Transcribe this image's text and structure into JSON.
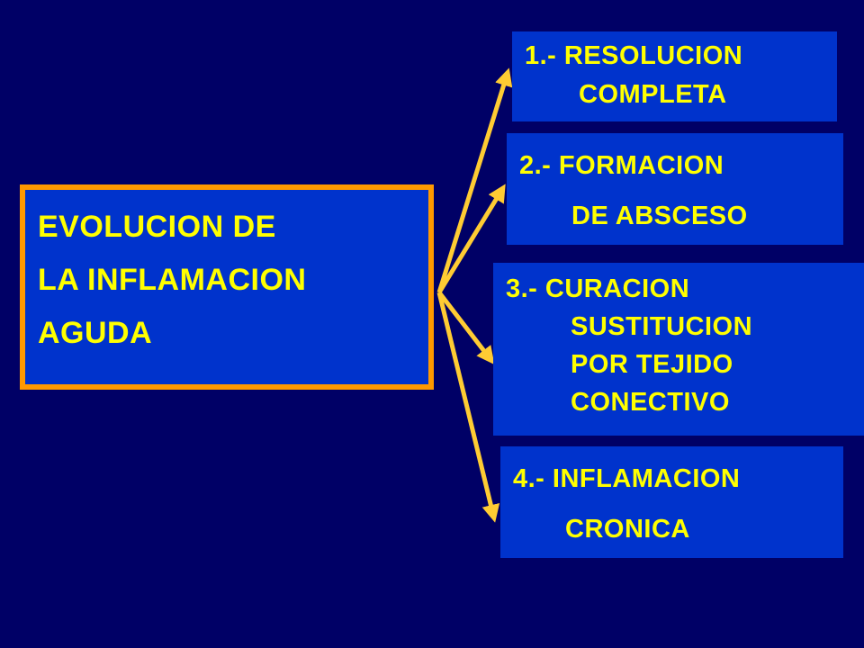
{
  "root": {
    "lines": [
      "EVOLUCION DE",
      "LA INFLAMACION",
      "AGUDA"
    ]
  },
  "outcomes": [
    {
      "line1": "1.- RESOLUCION",
      "line2": "COMPLETA"
    },
    {
      "line1": "2.- FORMACION",
      "line2": "DE ABSCESO"
    },
    {
      "line1": "3.- CURACION",
      "line2": "SUSTITUCION",
      "line3": "POR TEJIDO",
      "line4": "CONECTIVO"
    },
    {
      "line1": "4.- INFLAMACION",
      "line2": "CRONICA"
    }
  ],
  "colors": {
    "background": "#000066",
    "box_fill": "#0033cc",
    "text": "#ffff00",
    "root_border": "#ff9900",
    "arrow": "#ffcc33"
  }
}
